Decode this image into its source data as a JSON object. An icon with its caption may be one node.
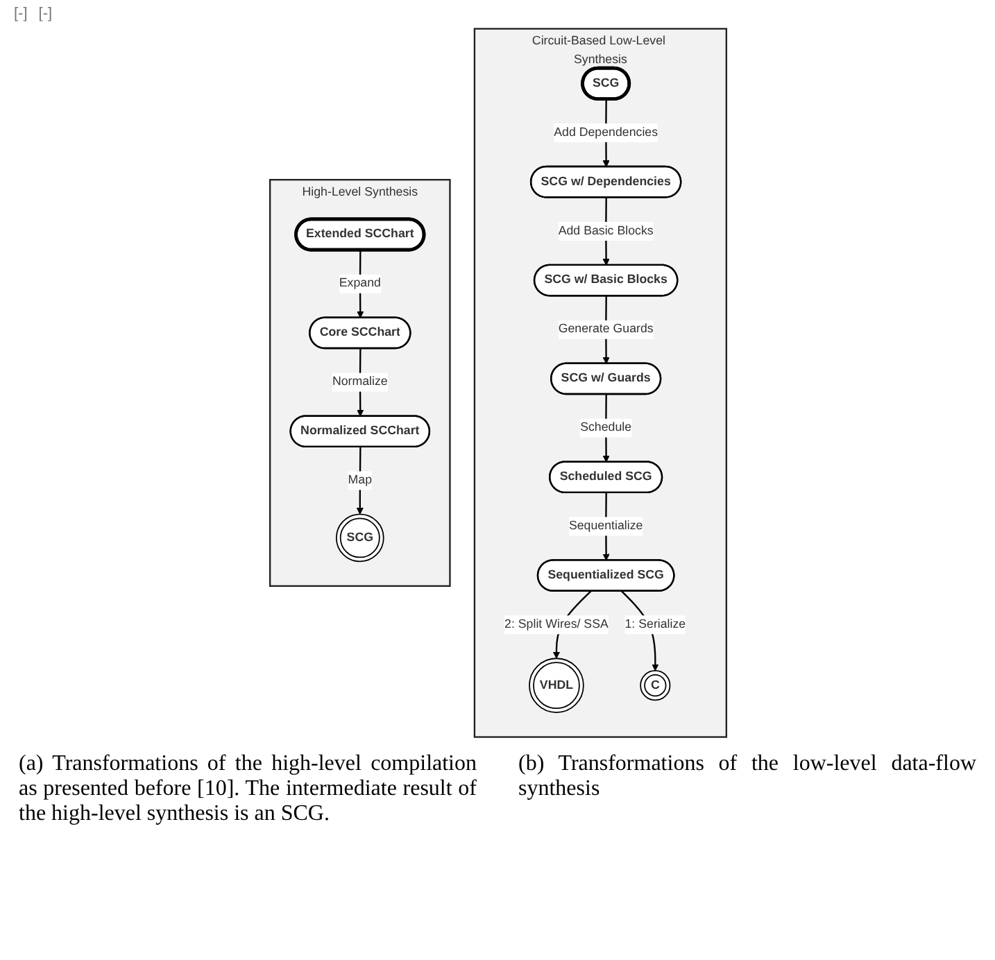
{
  "diagram": {
    "nodes": [
      {
        "text": [
          "High-Level Synthesis"
        ]
      },
      {
        "text": [
          "Extended SCChart"
        ],
        "in": 0
      },
      {
        "text": [
          "Core SCChart"
        ],
        "in": 0
      },
      {
        "text": [
          "Normalized SCChart"
        ],
        "in": 0
      },
      {
        "text": [
          "SCG"
        ],
        "in": 0
      },
      {
        "text": [
          "Circuit-Based Low-Level Synthesis"
        ]
      },
      {
        "text": [
          "SCG"
        ],
        "in": 5
      },
      {
        "text": [
          "SCG w/ Dependencies"
        ],
        "in": 5
      },
      {
        "text": [
          "SCG w/ Basic Blocks"
        ],
        "in": 5
      },
      {
        "text": [
          "SCG w/ Guards"
        ],
        "in": 5
      },
      {
        "text": [
          "Scheduled SCG"
        ],
        "in": 5
      },
      {
        "text": [
          "Sequentialized SCG"
        ],
        "in": 5
      },
      {
        "text": [
          "VHDL"
        ],
        "in": 5
      },
      {
        "text": [
          "C"
        ],
        "in": 5
      }
    ],
    "edges": [
      {
        "from": 1,
        "to": 2,
        "arrow": "to",
        "label": "Expand"
      },
      {
        "from": 2,
        "to": 3,
        "arrow": "to",
        "label": "Normalize"
      },
      {
        "from": 3,
        "to": 4,
        "arrow": "to",
        "label": "Map"
      },
      {
        "from": 6,
        "to": 7,
        "arrow": "to",
        "label": "Add Dependencies"
      },
      {
        "from": 7,
        "to": 8,
        "arrow": "to",
        "label": "Add Basic Blocks"
      },
      {
        "from": 8,
        "to": 9,
        "arrow": "to",
        "label": "Generate Guards"
      },
      {
        "from": 9,
        "to": 10,
        "arrow": "to",
        "label": "Schedule"
      },
      {
        "from": 10,
        "to": 11,
        "arrow": "to",
        "label": "Sequentialize"
      },
      {
        "from": 11,
        "to": 12,
        "arrow": "to",
        "label": "2: Split Wires/ SSA"
      },
      {
        "from": 11,
        "to": 13,
        "arrow": "to",
        "label": "1: Serialize"
      }
    ],
    "labels": [
      "[-]",
      "[-]",
      "(a) Transformations of the high-level compilation as presented before [10]. The intermediate result of the high-level synthesis is an SCG.",
      "(b) Transformations of the low-level data-flow synthesis"
    ]
  }
}
